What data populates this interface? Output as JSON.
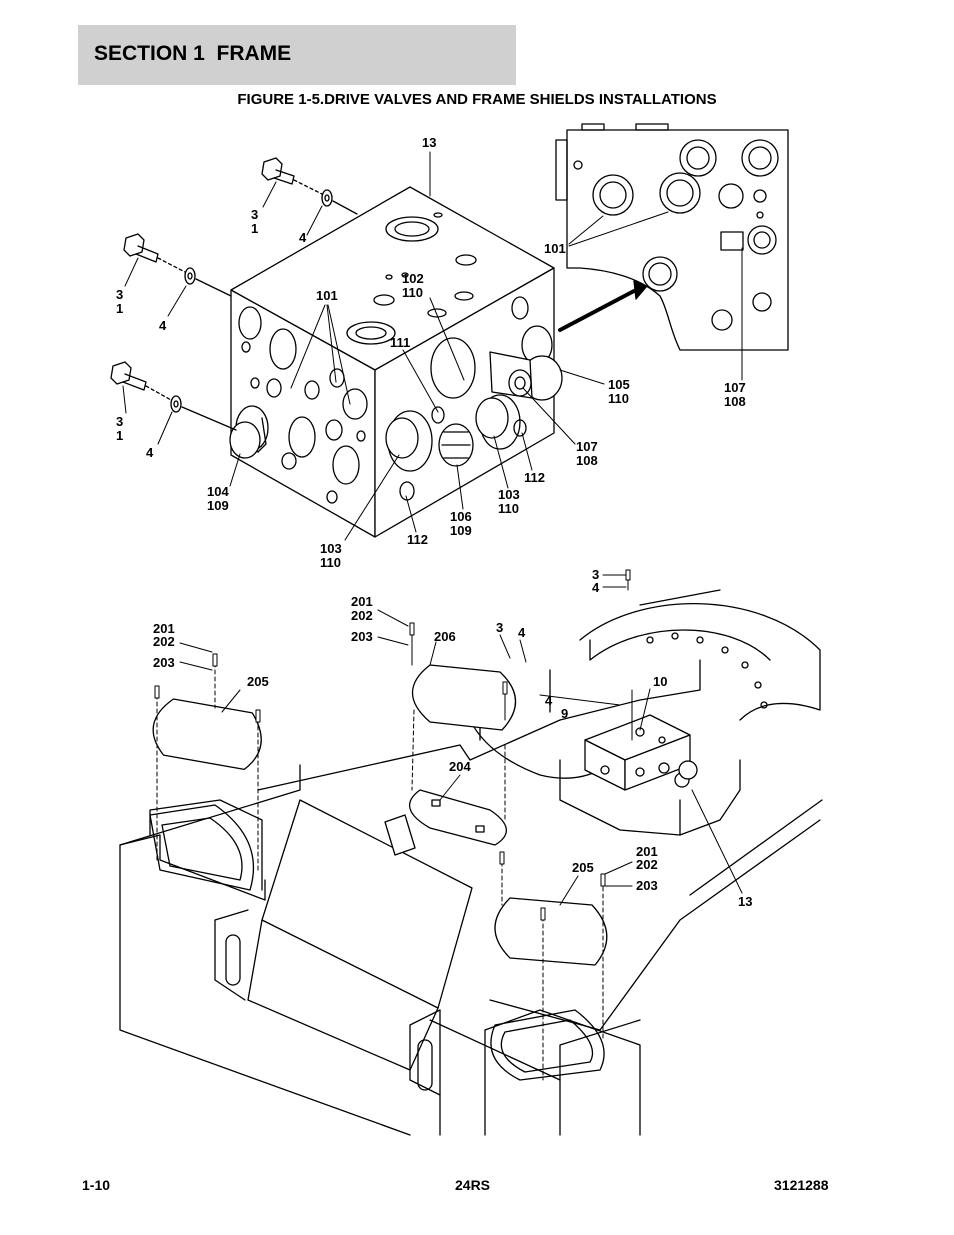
{
  "header": {
    "section_title": "SECTION 1  FRAME",
    "figure_title": "FIGURE 1-5.DRIVE VALVES AND FRAME SHIELDS INSTALLATIONS"
  },
  "callouts": [
    {
      "id": "c13a",
      "lines": [
        "13"
      ]
    },
    {
      "id": "c3-1a",
      "lines": [
        "3",
        "1"
      ]
    },
    {
      "id": "c4a",
      "lines": [
        "4"
      ]
    },
    {
      "id": "c3-1b",
      "lines": [
        "3",
        "1"
      ]
    },
    {
      "id": "c4b",
      "lines": [
        "4"
      ]
    },
    {
      "id": "c3-1c",
      "lines": [
        "3",
        "1"
      ]
    },
    {
      "id": "c4c",
      "lines": [
        "4"
      ]
    },
    {
      "id": "c101a",
      "lines": [
        "101"
      ]
    },
    {
      "id": "c102-110",
      "lines": [
        "102",
        "110"
      ]
    },
    {
      "id": "c111",
      "lines": [
        "111"
      ]
    },
    {
      "id": "c104-109",
      "lines": [
        "104",
        "109"
      ]
    },
    {
      "id": "c103-110a",
      "lines": [
        "103",
        "110"
      ]
    },
    {
      "id": "c112a",
      "lines": [
        "112"
      ]
    },
    {
      "id": "c106-109",
      "lines": [
        "106",
        "109"
      ]
    },
    {
      "id": "c103-110b",
      "lines": [
        "103",
        "110"
      ]
    },
    {
      "id": "c112b",
      "lines": [
        "112"
      ]
    },
    {
      "id": "c107-108a",
      "lines": [
        "107",
        "108"
      ]
    },
    {
      "id": "c105-110",
      "lines": [
        "105",
        "110"
      ]
    },
    {
      "id": "c101b",
      "lines": [
        "101"
      ]
    },
    {
      "id": "c107-108b",
      "lines": [
        "107",
        "108"
      ]
    },
    {
      "id": "c3d",
      "lines": [
        "3"
      ]
    },
    {
      "id": "c4d",
      "lines": [
        "4"
      ]
    },
    {
      "id": "c201-202a",
      "lines": [
        "201",
        "202"
      ]
    },
    {
      "id": "c203a",
      "lines": [
        "203"
      ]
    },
    {
      "id": "c205a",
      "lines": [
        "205"
      ]
    },
    {
      "id": "c201-202b",
      "lines": [
        "201",
        "202"
      ]
    },
    {
      "id": "c203b",
      "lines": [
        "203"
      ]
    },
    {
      "id": "c206",
      "lines": [
        "206"
      ]
    },
    {
      "id": "c3e",
      "lines": [
        "3"
      ]
    },
    {
      "id": "c4e",
      "lines": [
        "4"
      ]
    },
    {
      "id": "c4f",
      "lines": [
        "4"
      ]
    },
    {
      "id": "c9",
      "lines": [
        "9"
      ]
    },
    {
      "id": "c10",
      "lines": [
        "10"
      ]
    },
    {
      "id": "c204",
      "lines": [
        "204"
      ]
    },
    {
      "id": "c205b",
      "lines": [
        "205"
      ]
    },
    {
      "id": "c201-202c",
      "lines": [
        "201",
        "202"
      ]
    },
    {
      "id": "c203c",
      "lines": [
        "203"
      ]
    },
    {
      "id": "c13b",
      "lines": [
        "13"
      ]
    }
  ],
  "footer": {
    "page_number": "1-10",
    "model": "24RS",
    "document_number": "3121288"
  }
}
